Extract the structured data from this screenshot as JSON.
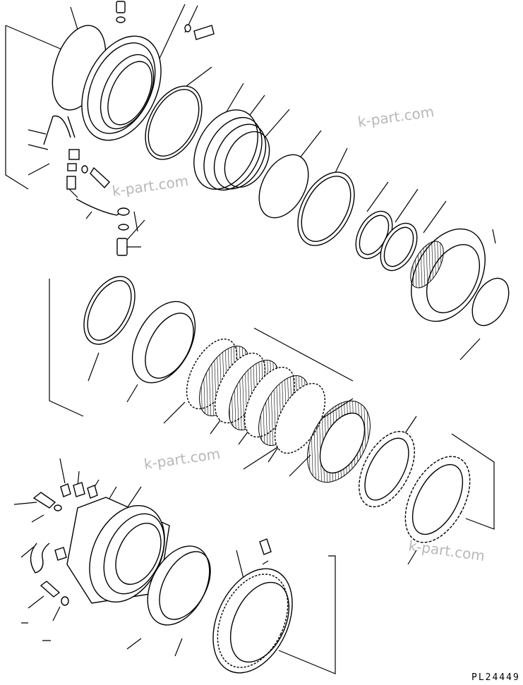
{
  "watermarks": [
    "k-part.com",
    "k-part.com",
    "k-part.com",
    "k-part.com"
  ],
  "drawing_code": "PL24449"
}
